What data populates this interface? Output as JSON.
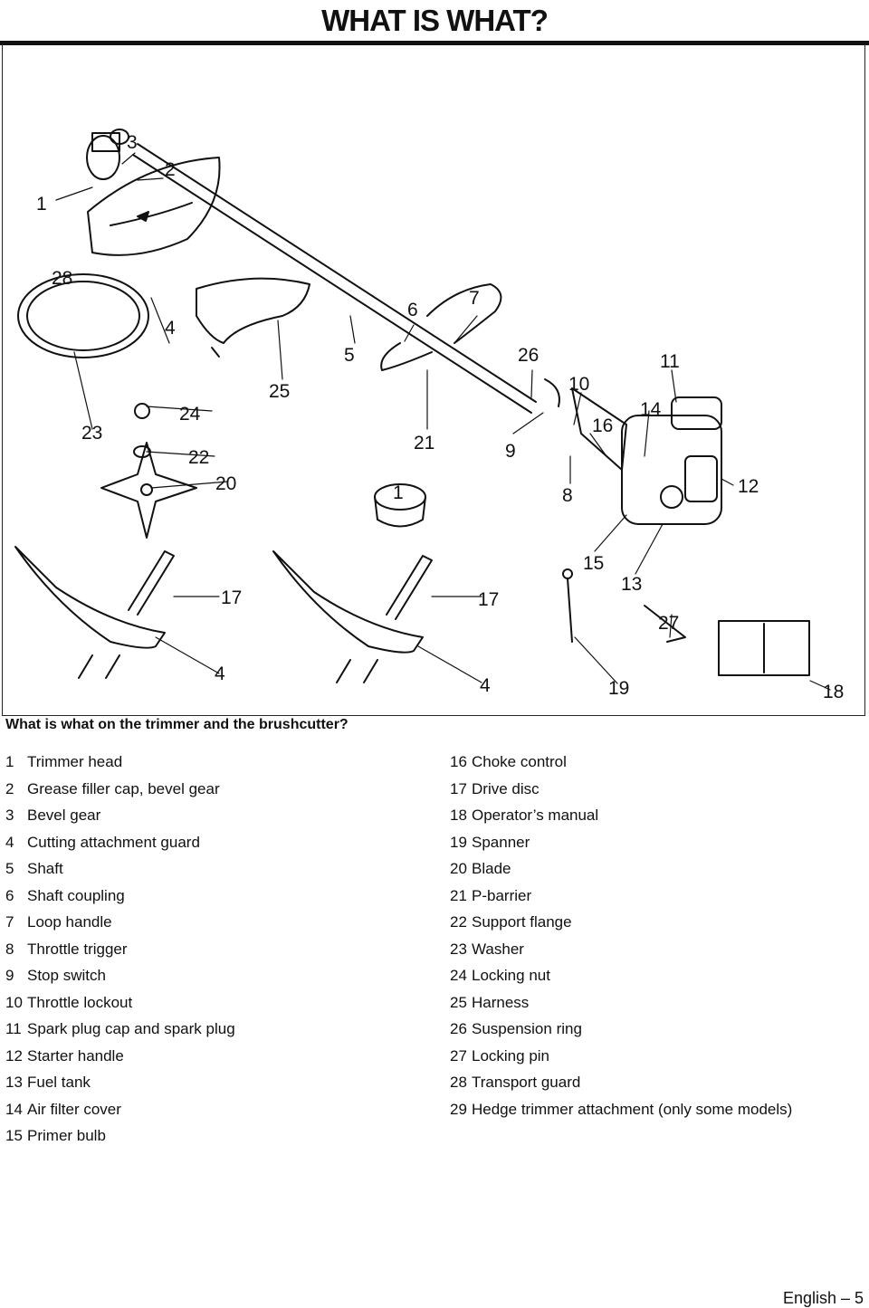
{
  "page": {
    "title": "WHAT IS WHAT?"
  },
  "figure": {
    "caption": "What is what on the trimmer and the brushcutter?",
    "callouts": [
      "1",
      "2",
      "3",
      "4",
      "5",
      "6",
      "7",
      "8",
      "9",
      "10",
      "11",
      "12",
      "13",
      "14",
      "15",
      "16",
      "17",
      "18",
      "19",
      "20",
      "21",
      "22",
      "23",
      "24",
      "25",
      "26",
      "27",
      "28"
    ]
  },
  "parts_left": [
    {
      "num": "1",
      "label": "Trimmer head"
    },
    {
      "num": "2",
      "label": "Grease filler cap, bevel gear"
    },
    {
      "num": "3",
      "label": "Bevel gear"
    },
    {
      "num": "4",
      "label": "Cutting attachment guard"
    },
    {
      "num": "5",
      "label": "Shaft"
    },
    {
      "num": "6",
      "label": "Shaft coupling"
    },
    {
      "num": "7",
      "label": "Loop handle"
    },
    {
      "num": "8",
      "label": "Throttle trigger"
    },
    {
      "num": "9",
      "label": "Stop switch"
    },
    {
      "num": "10",
      "label": "Throttle lockout"
    },
    {
      "num": "11",
      "label": "Spark plug cap and spark plug"
    },
    {
      "num": "12",
      "label": "Starter handle"
    },
    {
      "num": "13",
      "label": "Fuel tank"
    },
    {
      "num": "14",
      "label": "Air filter cover"
    },
    {
      "num": "15",
      "label": "Primer bulb"
    }
  ],
  "parts_right": [
    {
      "num": "16",
      "label": "Choke control"
    },
    {
      "num": "17",
      "label": "Drive disc"
    },
    {
      "num": "18",
      "label": "Operator’s manual"
    },
    {
      "num": "19",
      "label": "Spanner"
    },
    {
      "num": "20",
      "label": "Blade"
    },
    {
      "num": "21",
      "label": "P-barrier"
    },
    {
      "num": "22",
      "label": "Support flange"
    },
    {
      "num": "23",
      "label": "Washer"
    },
    {
      "num": "24",
      "label": "Locking nut"
    },
    {
      "num": "25",
      "label": "Harness"
    },
    {
      "num": "26",
      "label": "Suspension ring"
    },
    {
      "num": "27",
      "label": "Locking pin"
    },
    {
      "num": "28",
      "label": "Transport guard"
    },
    {
      "num": "29",
      "label": "Hedge trimmer attachment  (only some models)"
    }
  ],
  "footer": {
    "text": "English – 5"
  }
}
